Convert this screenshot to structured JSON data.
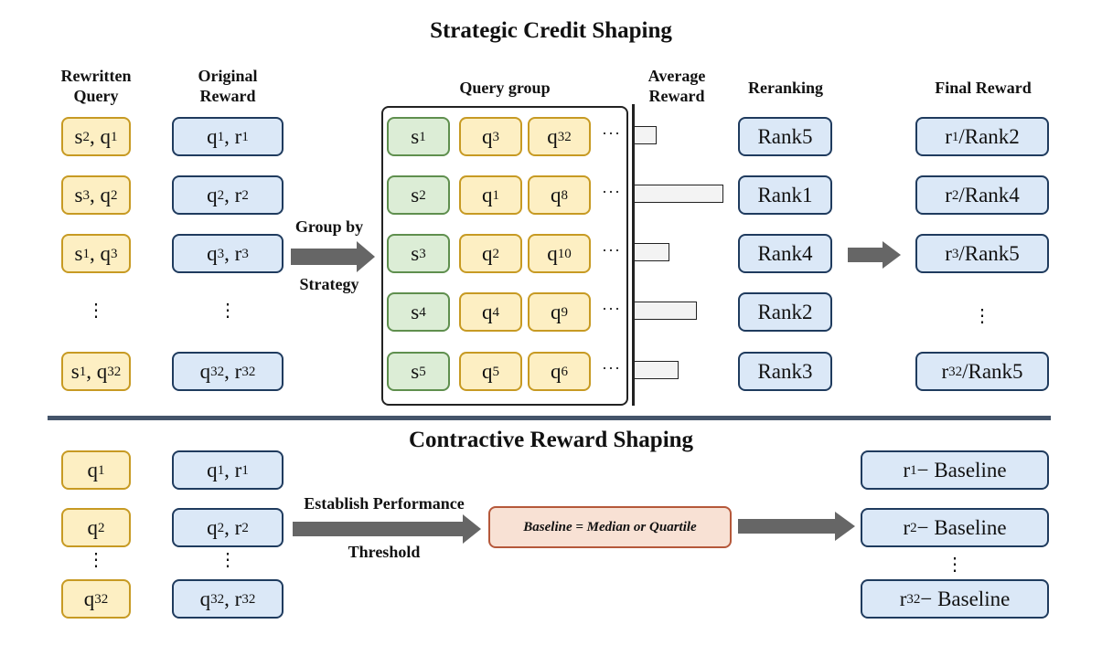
{
  "titles": {
    "strategic": "Strategic Credit Shaping",
    "contractive": "Contractive Reward Shaping"
  },
  "headers": {
    "rewritten": "Rewritten\nQuery",
    "original": "Original\nReward",
    "query_group": "Query group",
    "average": "Average\nReward",
    "reranking": "Reranking",
    "final": "Final Reward"
  },
  "arrow_labels": {
    "group_by": "Group by",
    "strategy": "Strategy",
    "establish": "Establish Performance",
    "threshold": "Threshold"
  },
  "top_rows": [
    {
      "rq": [
        "s",
        "2",
        ", q",
        "1"
      ],
      "or": [
        "q",
        "1",
        ", r",
        "1"
      ],
      "strategy": [
        "s",
        "1"
      ],
      "q_a": [
        "q",
        "3"
      ],
      "q_b": [
        "q",
        "32"
      ],
      "avg": 0.25,
      "rank": "Rank5",
      "final": [
        "r",
        "1",
        "/Rank2"
      ]
    },
    {
      "rq": [
        "s",
        "3",
        ", q",
        "2"
      ],
      "or": [
        "q",
        "2",
        ", r",
        "2"
      ],
      "strategy": [
        "s",
        "2"
      ],
      "q_a": [
        "q",
        "1"
      ],
      "q_b": [
        "q",
        "8"
      ],
      "avg": 1.0,
      "rank": "Rank1",
      "final": [
        "r",
        "2",
        "/Rank4"
      ]
    },
    {
      "rq": [
        "s",
        "1",
        ", q",
        "3"
      ],
      "or": [
        "q",
        "3",
        ", r",
        "3"
      ],
      "strategy": [
        "s",
        "3"
      ],
      "q_a": [
        "q",
        "2"
      ],
      "q_b": [
        "q",
        "10"
      ],
      "avg": 0.4,
      "rank": "Rank4",
      "final": [
        "r",
        "3",
        "/Rank5"
      ]
    },
    {
      "rq": null,
      "or": null,
      "strategy": [
        "s",
        "4"
      ],
      "q_a": [
        "q",
        "4"
      ],
      "q_b": [
        "q",
        "9"
      ],
      "avg": 0.7,
      "rank": "Rank2",
      "final": null
    },
    {
      "rq": [
        "s",
        "1",
        ", q",
        "32"
      ],
      "or": [
        "q",
        "32",
        ", r",
        "32"
      ],
      "strategy": [
        "s",
        "5"
      ],
      "q_a": [
        "q",
        "5"
      ],
      "q_b": [
        "q",
        "6"
      ],
      "avg": 0.5,
      "rank": "Rank3",
      "final": [
        "r",
        "32",
        "/Rank5"
      ]
    }
  ],
  "bottom_rows": [
    {
      "q": [
        "q",
        "1"
      ],
      "or": [
        "q",
        "1",
        ", r",
        "1"
      ],
      "res": [
        "r",
        "1",
        " − Baseline"
      ]
    },
    {
      "q": [
        "q",
        "2"
      ],
      "or": [
        "q",
        "2",
        ", r",
        "2"
      ],
      "res": [
        "r",
        "2",
        " − Baseline"
      ]
    },
    {
      "q": [
        "q",
        "32"
      ],
      "or": [
        "q",
        "32",
        ", r",
        "32"
      ],
      "res": [
        "r",
        "32",
        " − Baseline"
      ]
    }
  ],
  "baseline_label": "Baseline = Median or Quartile",
  "colors": {
    "query_fill": "#fdefc3",
    "query_border": "#c79a23",
    "reward_fill": "#dbe8f7",
    "reward_border": "#1f3b5e",
    "strategy_fill": "#dcedd6",
    "strategy_border": "#5f8f4e",
    "baseline_fill": "#f8e1d4",
    "baseline_border": "#b5583a",
    "arrow": "#666666",
    "divider": "#44546a"
  }
}
